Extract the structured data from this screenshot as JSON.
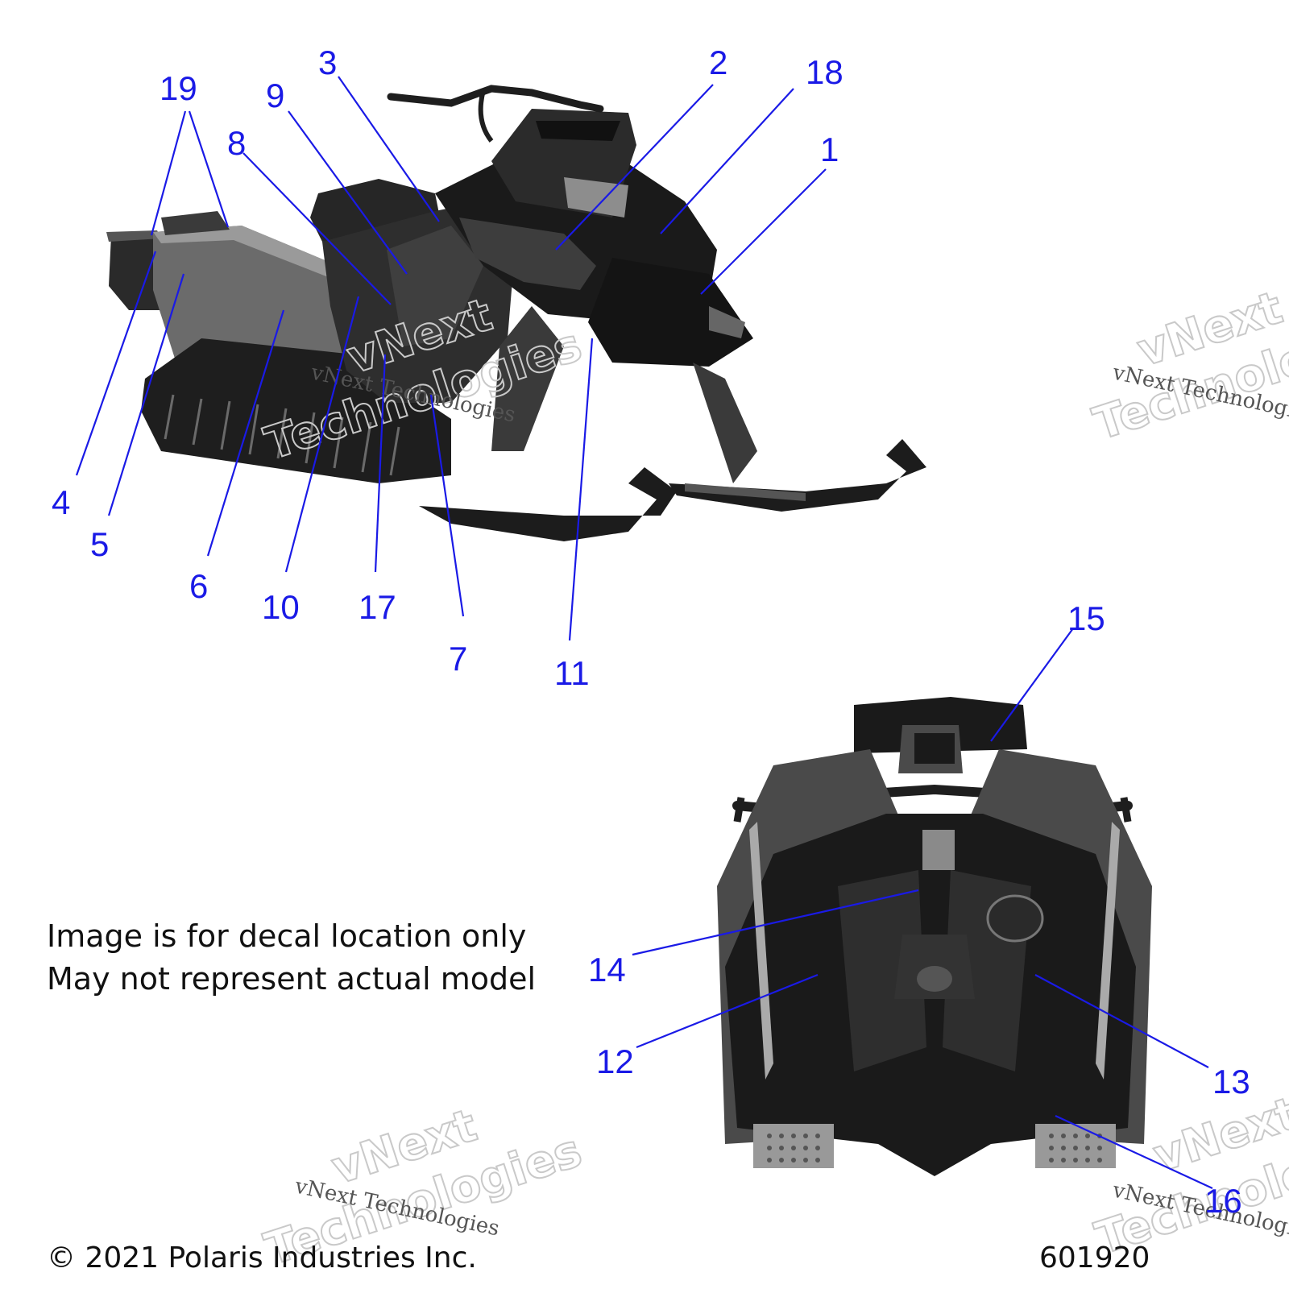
{
  "callouts": [
    {
      "id": "1",
      "label": "1"
    },
    {
      "id": "2",
      "label": "2"
    },
    {
      "id": "3",
      "label": "3"
    },
    {
      "id": "4",
      "label": "4"
    },
    {
      "id": "5",
      "label": "5"
    },
    {
      "id": "6",
      "label": "6"
    },
    {
      "id": "7",
      "label": "7"
    },
    {
      "id": "8",
      "label": "8"
    },
    {
      "id": "9",
      "label": "9"
    },
    {
      "id": "10",
      "label": "10"
    },
    {
      "id": "11",
      "label": "11"
    },
    {
      "id": "12",
      "label": "12"
    },
    {
      "id": "13",
      "label": "13"
    },
    {
      "id": "14",
      "label": "14"
    },
    {
      "id": "15",
      "label": "15"
    },
    {
      "id": "16",
      "label": "16"
    },
    {
      "id": "17",
      "label": "17"
    },
    {
      "id": "18",
      "label": "18"
    },
    {
      "id": "19",
      "label": "19"
    }
  ],
  "note": {
    "line1": "Image is for decal location only",
    "line2": "May not represent actual model"
  },
  "footer": {
    "copyright": "© 2021 Polaris Industries Inc.",
    "drawing_number": "601920"
  },
  "watermark": {
    "brand": "vNext",
    "word": "Technologies",
    "full": "vNext Technologies"
  },
  "colors": {
    "callout_blue": "#1a1ae6",
    "sled_dark": "#1c1c1c",
    "sled_mid": "#4a4a4a",
    "sled_light": "#8a8a8a"
  }
}
